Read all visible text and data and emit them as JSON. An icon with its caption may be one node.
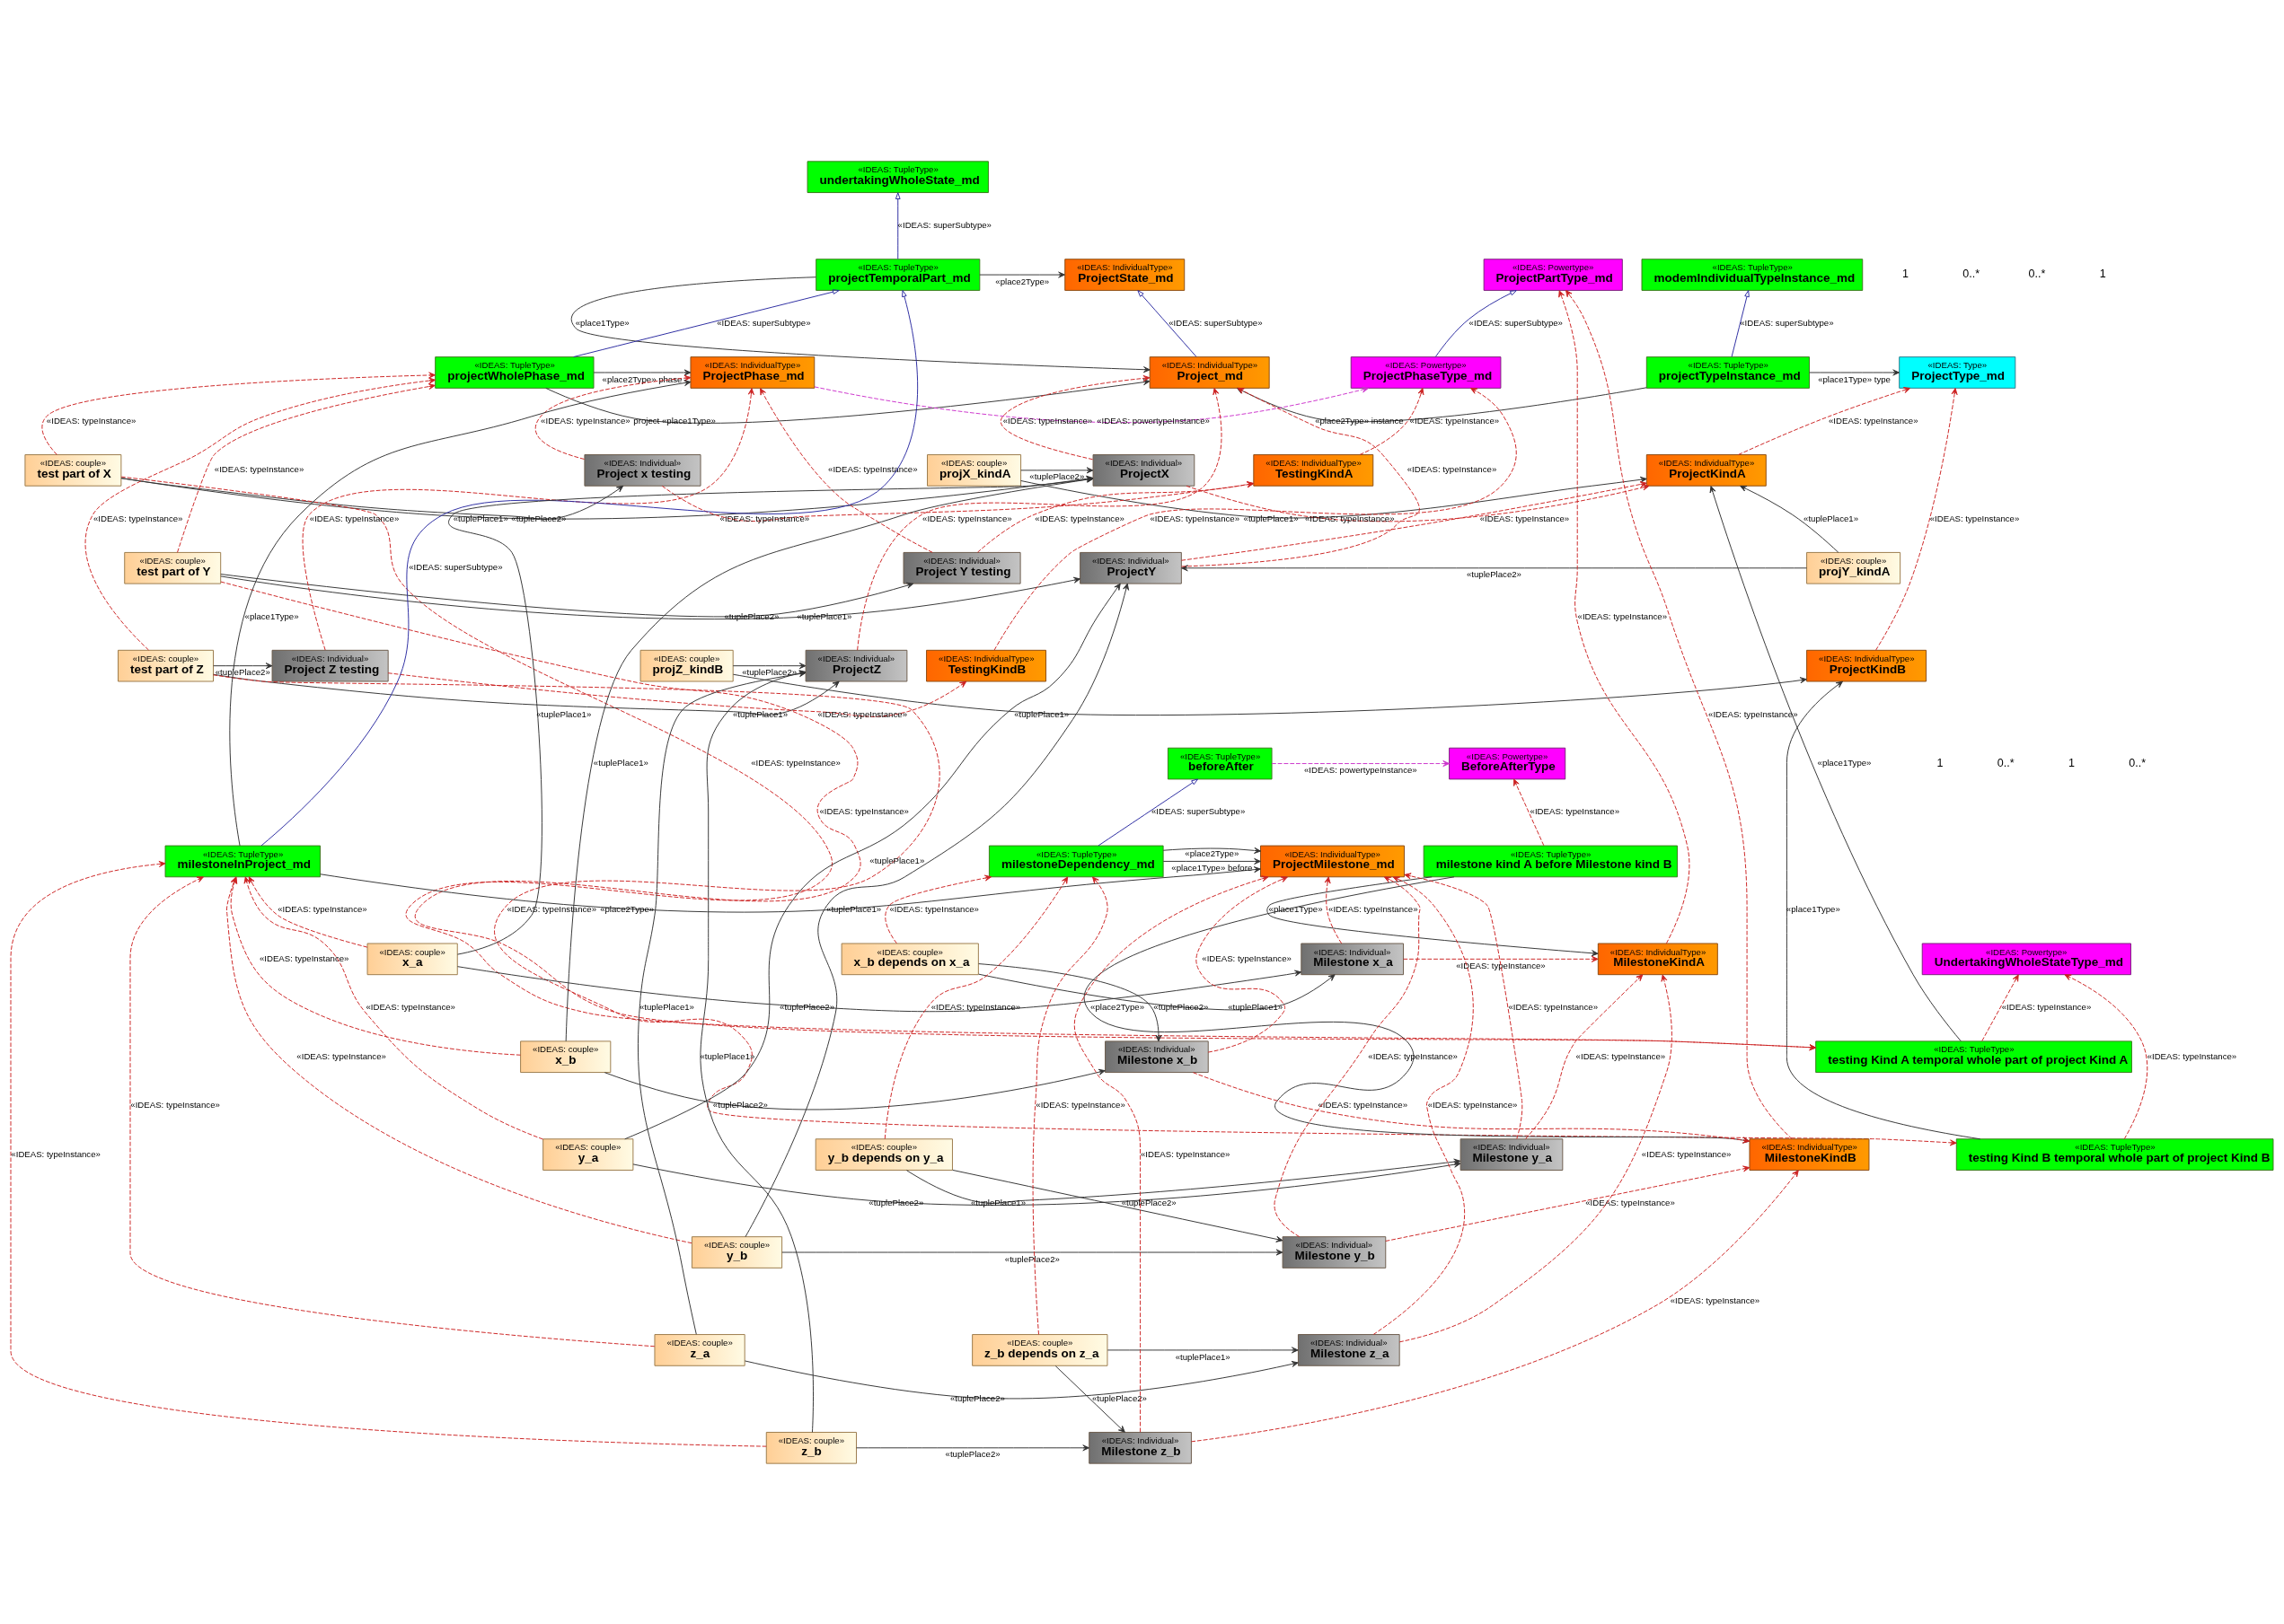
{
  "diagram": {
    "nodes": [
      {
        "text": [
          "«IDEAS: TupleType»",
          "undertakingWholeState_md"
        ]
      },
      {
        "text": [
          "«IDEAS: TupleType»",
          "modemIndividualTypeInstance_md"
        ]
      },
      {
        "text": [
          "«IDEAS: IndividualType»",
          "ProjectState_md"
        ]
      },
      {
        "text": [
          "«IDEAS: Powertype»",
          "ProjectPartType_md"
        ]
      },
      {
        "text": [
          "«IDEAS: TupleType»",
          "projectTemporalPart_md"
        ]
      },
      {
        "text": [
          "«IDEAS: Type»",
          "ProjectType_md"
        ]
      },
      {
        "text": [
          "«IDEAS: TupleType»",
          "projectTypeInstance_md"
        ]
      },
      {
        "text": [
          "«IDEAS: IndividualType»",
          "Project_md"
        ]
      },
      {
        "text": [
          "«IDEAS: TupleType»",
          "projectWholePhase_md"
        ]
      },
      {
        "text": [
          "«IDEAS: IndividualType»",
          "ProjectPhase_md"
        ]
      },
      {
        "text": [
          "«IDEAS: Powertype»",
          "ProjectPhaseType_md"
        ]
      },
      {
        "text": [
          "«IDEAS: IndividualType»",
          "ProjectKindA"
        ]
      },
      {
        "text": [
          "«IDEAS: couple»",
          "projX_kindA"
        ]
      },
      {
        "text": [
          "«IDEAS: Individual»",
          "ProjectX"
        ]
      },
      {
        "text": [
          "«IDEAS: couple»",
          "test part of X"
        ]
      },
      {
        "text": [
          "«IDEAS: Individual»",
          "Project x testing"
        ]
      },
      {
        "text": [
          "«IDEAS: IndividualType»",
          "TestingKindA"
        ]
      },
      {
        "text": [
          "«IDEAS: couple»",
          "projY_kindA"
        ]
      },
      {
        "text": [
          "«IDEAS: Individual»",
          "ProjectY"
        ]
      },
      {
        "text": [
          "«IDEAS: couple»",
          "test part of Y"
        ]
      },
      {
        "text": [
          "«IDEAS: Individual»",
          "Project Y testing"
        ]
      },
      {
        "text": [
          "«IDEAS: IndividualType»",
          "ProjectKindB"
        ]
      },
      {
        "text": [
          "«IDEAS: couple»",
          "projZ_kindB"
        ]
      },
      {
        "text": [
          "«IDEAS: Individual»",
          "ProjectZ"
        ]
      },
      {
        "text": [
          "«IDEAS: couple»",
          "test part of Z"
        ]
      },
      {
        "text": [
          "«IDEAS: Individual»",
          "Project Z testing"
        ]
      },
      {
        "text": [
          "«IDEAS: IndividualType»",
          "TestingKindB"
        ]
      },
      {
        "text": [
          "«IDEAS: TupleType»",
          "beforeAfter"
        ]
      },
      {
        "text": [
          "«IDEAS: Powertype»",
          "BeforeAfterType"
        ]
      },
      {
        "text": [
          "«IDEAS: TupleType»",
          "milestoneInProject_md"
        ]
      },
      {
        "text": [
          "«IDEAS: IndividualType»",
          "ProjectMilestone_md"
        ]
      },
      {
        "text": [
          "«IDEAS: TupleType»",
          "milestoneDependency_md"
        ]
      },
      {
        "text": [
          "«IDEAS: TupleType»",
          "milestone kind A before Milestone kind B"
        ]
      },
      {
        "text": [
          "«IDEAS: Powertype»",
          "UndertakingWholeStateType_md"
        ]
      },
      {
        "text": [
          "«IDEAS: couple»",
          "x_a"
        ]
      },
      {
        "text": [
          "«IDEAS: Individual»",
          "Milestone x_a"
        ]
      },
      {
        "text": [
          "«IDEAS: couple»",
          "x_b depends on x_a"
        ]
      },
      {
        "text": [
          "«IDEAS: IndividualType»",
          "MilestoneKindA"
        ]
      },
      {
        "text": [
          "«IDEAS: TupleType»",
          "testing Kind A temporal whole part of project Kind A"
        ]
      },
      {
        "text": [
          "«IDEAS: couple»",
          "x_b"
        ]
      },
      {
        "text": [
          "«IDEAS: Individual»",
          "Milestone x_b"
        ]
      },
      {
        "text": [
          "«IDEAS: IndividualType»",
          "MilestoneKindB"
        ]
      },
      {
        "text": [
          "«IDEAS: TupleType»",
          "testing Kind B temporal whole part of project Kind B"
        ]
      },
      {
        "text": [
          "«IDEAS: couple»",
          "y_a"
        ]
      },
      {
        "text": [
          "«IDEAS: Individual»",
          "Milestone y_a"
        ]
      },
      {
        "text": [
          "«IDEAS: couple»",
          "y_b depends on y_a"
        ]
      },
      {
        "text": [
          "«IDEAS: couple»",
          "y_b"
        ]
      },
      {
        "text": [
          "«IDEAS: Individual»",
          "Milestone y_b"
        ]
      },
      {
        "text": [
          "«IDEAS: couple»",
          "z_a"
        ]
      },
      {
        "text": [
          "«IDEAS: Individual»",
          "Milestone z_a"
        ]
      },
      {
        "text": [
          "«IDEAS: couple»",
          "z_b depends on z_a"
        ]
      },
      {
        "text": [
          "«IDEAS: couple»",
          "z_b"
        ]
      },
      {
        "text": [
          "«IDEAS: Individual»",
          "Milestone z_b"
        ]
      }
    ],
    "edges": [
      {
        "from": 4,
        "to": 0,
        "arrow": "to",
        "label": "«IDEAS: superSubtype»",
        "color": "#2a2aa0"
      },
      {
        "from": 6,
        "to": 1,
        "arrow": "to",
        "label": "«IDEAS: superSubtype»",
        "color": "#2a2aa0"
      },
      {
        "from": 7,
        "to": 2,
        "arrow": "to",
        "label": "«IDEAS: superSubtype»",
        "color": "#2a2aa0"
      },
      {
        "from": 8,
        "to": 4,
        "arrow": "to",
        "label": "«IDEAS: superSubtype»",
        "color": "#2a2aa0"
      },
      {
        "from": 29,
        "to": 4,
        "arrow": "to",
        "label": "«IDEAS: superSubtype»",
        "color": "#2a2aa0"
      },
      {
        "from": 10,
        "to": 3,
        "arrow": "to",
        "label": "«IDEAS: superSubtype»",
        "color": "#2a2aa0"
      },
      {
        "from": 31,
        "to": 27,
        "arrow": "to",
        "label": "«IDEAS: superSubtype»",
        "color": "#2a2aa0"
      },
      {
        "from": 6,
        "to": 5,
        "arrow": "to",
        "label": "«place1Type» type",
        "color": "#333333"
      },
      {
        "from": 6,
        "to": 7,
        "arrow": "to",
        "label": "«place2Type» instance",
        "color": "#333333"
      },
      {
        "from": 4,
        "to": 7,
        "arrow": "to",
        "label": "«place1Type»",
        "color": "#333333"
      },
      {
        "from": 4,
        "to": 2,
        "arrow": "to",
        "label": "«place2Type»",
        "color": "#333333"
      },
      {
        "from": 8,
        "to": 7,
        "arrow": "to",
        "label": "project «place1Type»",
        "color": "#333333"
      },
      {
        "from": 8,
        "to": 9,
        "arrow": "to",
        "label": "«place2Type» phase",
        "color": "#333333"
      },
      {
        "from": 29,
        "to": 9,
        "arrow": "to",
        "label": "«place1Type»",
        "color": "#333333"
      },
      {
        "from": 29,
        "to": 30,
        "arrow": "to",
        "label": "«place2Type»",
        "color": "#333333"
      },
      {
        "from": 31,
        "to": 30,
        "arrow": "to",
        "label": "«place2Type»",
        "color": "#333333"
      },
      {
        "from": 31,
        "to": 30,
        "arrow": "to",
        "label": "«place1Type» before",
        "color": "#333333"
      },
      {
        "from": 32,
        "to": 37,
        "arrow": "to",
        "label": "«place1Type»",
        "color": "#333333"
      },
      {
        "from": 32,
        "to": 41,
        "arrow": "to",
        "label": "«place2Type»",
        "color": "#333333"
      },
      {
        "from": 38,
        "to": 11,
        "arrow": "to",
        "label": "«place1Type»",
        "color": "#333333"
      },
      {
        "from": 42,
        "to": 21,
        "arrow": "to",
        "label": "«place1Type»",
        "color": "#333333"
      },
      {
        "from": 12,
        "to": 11,
        "arrow": "to",
        "label": "«tuplePlace1»",
        "color": "#333333"
      },
      {
        "from": 12,
        "to": 13,
        "arrow": "to",
        "label": "«tuplePlace2»",
        "color": "#333333"
      },
      {
        "from": 17,
        "to": 11,
        "arrow": "to",
        "label": "«tuplePlace1»",
        "color": "#333333"
      },
      {
        "from": 17,
        "to": 18,
        "arrow": "to",
        "label": "«tuplePlace2»",
        "color": "#333333"
      },
      {
        "from": 22,
        "to": 21,
        "arrow": "to",
        "label": "«tuplePlace1»",
        "color": "#333333"
      },
      {
        "from": 22,
        "to": 23,
        "arrow": "to",
        "label": "«tuplePlace2»",
        "color": "#333333"
      },
      {
        "from": 14,
        "to": 13,
        "arrow": "to",
        "label": "«tuplePlace1»",
        "color": "#333333"
      },
      {
        "from": 14,
        "to": 15,
        "arrow": "to",
        "label": "«tuplePlace2»",
        "color": "#333333"
      },
      {
        "from": 19,
        "to": 18,
        "arrow": "to",
        "label": "«tuplePlace1»",
        "color": "#333333"
      },
      {
        "from": 19,
        "to": 20,
        "arrow": "to",
        "label": "«tuplePlace2»",
        "color": "#333333"
      },
      {
        "from": 24,
        "to": 23,
        "arrow": "to",
        "label": "«tuplePlace1»",
        "color": "#333333"
      },
      {
        "from": 24,
        "to": 25,
        "arrow": "to",
        "label": "«tuplePlace2»",
        "color": "#333333"
      },
      {
        "from": 34,
        "to": 13,
        "arrow": "to",
        "label": "«tuplePlace1»",
        "color": "#333333"
      },
      {
        "from": 34,
        "to": 35,
        "arrow": "to",
        "label": "«tuplePlace2»",
        "color": "#333333"
      },
      {
        "from": 36,
        "to": 35,
        "arrow": "to",
        "label": "«tuplePlace1»",
        "color": "#333333"
      },
      {
        "from": 36,
        "to": 40,
        "arrow": "to",
        "label": "«tuplePlace2»",
        "color": "#333333"
      },
      {
        "from": 39,
        "to": 13,
        "arrow": "to",
        "label": "«tuplePlace1»",
        "color": "#333333"
      },
      {
        "from": 39,
        "to": 40,
        "arrow": "to",
        "label": "«tuplePlace2»",
        "color": "#333333"
      },
      {
        "from": 43,
        "to": 18,
        "arrow": "to",
        "label": "«tuplePlace1»",
        "color": "#333333"
      },
      {
        "from": 43,
        "to": 44,
        "arrow": "to",
        "label": "«tuplePlace2»",
        "color": "#333333"
      },
      {
        "from": 45,
        "to": 44,
        "arrow": "to",
        "label": "«tuplePlace1»",
        "color": "#333333"
      },
      {
        "from": 45,
        "to": 47,
        "arrow": "to",
        "label": "«tuplePlace2»",
        "color": "#333333"
      },
      {
        "from": 46,
        "to": 18,
        "arrow": "to",
        "label": "«tuplePlace1»",
        "color": "#333333"
      },
      {
        "from": 46,
        "to": 47,
        "arrow": "to",
        "label": "«tuplePlace2»",
        "color": "#333333"
      },
      {
        "from": 48,
        "to": 23,
        "arrow": "to",
        "label": "«tuplePlace1»",
        "color": "#333333"
      },
      {
        "from": 48,
        "to": 49,
        "arrow": "to",
        "label": "«tuplePlace2»",
        "color": "#333333"
      },
      {
        "from": 50,
        "to": 49,
        "arrow": "to",
        "label": "«tuplePlace1»",
        "color": "#333333"
      },
      {
        "from": 50,
        "to": 52,
        "arrow": "to",
        "label": "«tuplePlace2»",
        "color": "#333333"
      },
      {
        "from": 51,
        "to": 23,
        "arrow": "to",
        "label": "«tuplePlace1»",
        "color": "#333333"
      },
      {
        "from": 51,
        "to": 52,
        "arrow": "to",
        "label": "«tuplePlace2»",
        "color": "#333333"
      },
      {
        "from": 9,
        "to": 10,
        "arrow": "to",
        "label": "«IDEAS: powertypeInstance»",
        "style": "dashed",
        "color": "#cc33cc"
      },
      {
        "from": 27,
        "to": 28,
        "arrow": "to",
        "label": "«IDEAS: powertypeInstance»",
        "style": "dashed",
        "color": "#cc33cc"
      },
      {
        "from": 11,
        "to": 5,
        "arrow": "to",
        "label": "«IDEAS: typeInstance»",
        "style": "dashed"
      },
      {
        "from": 21,
        "to": 5,
        "arrow": "to",
        "label": "«IDEAS: typeInstance»",
        "style": "dashed"
      },
      {
        "from": 13,
        "to": 11,
        "arrow": "to",
        "label": "«IDEAS: typeInstance»",
        "style": "dashed"
      },
      {
        "from": 13,
        "to": 7,
        "arrow": "to",
        "label": "«IDEAS: typeInstance»",
        "style": "dashed"
      },
      {
        "from": 18,
        "to": 11,
        "arrow": "to",
        "label": "«IDEAS: typeInstance»",
        "style": "dashed"
      },
      {
        "from": 18,
        "to": 7,
        "arrow": "to",
        "label": "«IDEAS: typeInstance»",
        "style": "dashed"
      },
      {
        "from": 23,
        "to": 7,
        "arrow": "to",
        "label": "«IDEAS: typeInstance»",
        "style": "dashed"
      },
      {
        "from": 14,
        "to": 8,
        "arrow": "to",
        "label": "«IDEAS: typeInstance»",
        "style": "dashed"
      },
      {
        "from": 14,
        "to": 38,
        "arrow": "to",
        "label": "«IDEAS: typeInstance»",
        "style": "dashed"
      },
      {
        "from": 19,
        "to": 8,
        "arrow": "to",
        "label": "«IDEAS: typeInstance»",
        "style": "dashed"
      },
      {
        "from": 19,
        "to": 38,
        "arrow": "to",
        "label": "«IDEAS: typeInstance»",
        "style": "dashed"
      },
      {
        "from": 24,
        "to": 8,
        "arrow": "to",
        "label": "«IDEAS: typeInstance»",
        "style": "dashed"
      },
      {
        "from": 24,
        "to": 42,
        "arrow": "to",
        "label": "«IDEAS: typeInstance»",
        "style": "dashed"
      },
      {
        "from": 15,
        "to": 9,
        "arrow": "to",
        "label": "«IDEAS: typeInstance»",
        "style": "dashed"
      },
      {
        "from": 15,
        "to": 16,
        "arrow": "to",
        "label": "«IDEAS: typeInstance»",
        "style": "dashed"
      },
      {
        "from": 20,
        "to": 9,
        "arrow": "to",
        "label": "«IDEAS: typeInstance»",
        "style": "dashed"
      },
      {
        "from": 20,
        "to": 16,
        "arrow": "to",
        "label": "«IDEAS: typeInstance»",
        "style": "dashed"
      },
      {
        "from": 25,
        "to": 9,
        "arrow": "to",
        "label": "«IDEAS: typeInstance»",
        "style": "dashed"
      },
      {
        "from": 25,
        "to": 26,
        "arrow": "to",
        "label": "«IDEAS: typeInstance»",
        "style": "dashed"
      },
      {
        "from": 16,
        "to": 10,
        "arrow": "to",
        "label": "«IDEAS: typeInstance»",
        "style": "dashed"
      },
      {
        "from": 26,
        "to": 10,
        "arrow": "to",
        "label": "«IDEAS: typeInstance»",
        "style": "dashed"
      },
      {
        "from": 37,
        "to": 3,
        "arrow": "to",
        "label": "«IDEAS: typeInstance»",
        "style": "dashed"
      },
      {
        "from": 41,
        "to": 3,
        "arrow": "to",
        "label": "«IDEAS: typeInstance»",
        "style": "dashed"
      },
      {
        "from": 32,
        "to": 28,
        "arrow": "to",
        "label": "«IDEAS: typeInstance»",
        "style": "dashed"
      },
      {
        "from": 38,
        "to": 33,
        "arrow": "to",
        "label": "«IDEAS: typeInstance»",
        "style": "dashed"
      },
      {
        "from": 42,
        "to": 33,
        "arrow": "to",
        "label": "«IDEAS: typeInstance»",
        "style": "dashed"
      },
      {
        "from": 34,
        "to": 29,
        "arrow": "to",
        "label": "«IDEAS: typeInstance»",
        "style": "dashed"
      },
      {
        "from": 35,
        "to": 30,
        "arrow": "to",
        "label": "«IDEAS: typeInstance»",
        "style": "dashed"
      },
      {
        "from": 35,
        "to": 37,
        "arrow": "to",
        "label": "«IDEAS: typeInstance»",
        "style": "dashed"
      },
      {
        "from": 36,
        "to": 31,
        "arrow": "to",
        "label": "«IDEAS: typeInstance»",
        "style": "dashed"
      },
      {
        "from": 39,
        "to": 29,
        "arrow": "to",
        "label": "«IDEAS: typeInstance»",
        "style": "dashed"
      },
      {
        "from": 40,
        "to": 30,
        "arrow": "to",
        "label": "«IDEAS: typeInstance»",
        "style": "dashed"
      },
      {
        "from": 40,
        "to": 41,
        "arrow": "to",
        "label": "«IDEAS: typeInstance»",
        "style": "dashed"
      },
      {
        "from": 43,
        "to": 29,
        "arrow": "to",
        "label": "«IDEAS: typeInstance»",
        "style": "dashed"
      },
      {
        "from": 44,
        "to": 30,
        "arrow": "to",
        "label": "«IDEAS: typeInstance»",
        "style": "dashed"
      },
      {
        "from": 44,
        "to": 37,
        "arrow": "to",
        "label": "«IDEAS: typeInstance»",
        "style": "dashed"
      },
      {
        "from": 45,
        "to": 31,
        "arrow": "to",
        "label": "«IDEAS: typeInstance»",
        "style": "dashed"
      },
      {
        "from": 46,
        "to": 29,
        "arrow": "to",
        "label": "«IDEAS: typeInstance»",
        "style": "dashed"
      },
      {
        "from": 47,
        "to": 30,
        "arrow": "to",
        "label": "«IDEAS: typeInstance»",
        "style": "dashed"
      },
      {
        "from": 47,
        "to": 41,
        "arrow": "to",
        "label": "«IDEAS: typeInstance»",
        "style": "dashed"
      },
      {
        "from": 48,
        "to": 29,
        "arrow": "to",
        "label": "«IDEAS: typeInstance»",
        "style": "dashed"
      },
      {
        "from": 49,
        "to": 30,
        "arrow": "to",
        "label": "«IDEAS: typeInstance»",
        "style": "dashed"
      },
      {
        "from": 49,
        "to": 37,
        "arrow": "to",
        "label": "«IDEAS: typeInstance»",
        "style": "dashed"
      },
      {
        "from": 50,
        "to": 31,
        "arrow": "to",
        "label": "«IDEAS: typeInstance»",
        "style": "dashed"
      },
      {
        "from": 51,
        "to": 29,
        "arrow": "to",
        "label": "«IDEAS: typeInstance»",
        "style": "dashed"
      },
      {
        "from": 52,
        "to": 30,
        "arrow": "to",
        "label": "«IDEAS: typeInstance»",
        "style": "dashed"
      },
      {
        "from": 52,
        "to": 41,
        "arrow": "to",
        "label": "«IDEAS: typeInstance»",
        "style": "dashed"
      }
    ],
    "labels": [
      "1",
      "0..*",
      "0..*",
      "1",
      "1",
      "0..*",
      "1",
      "0..*"
    ]
  }
}
